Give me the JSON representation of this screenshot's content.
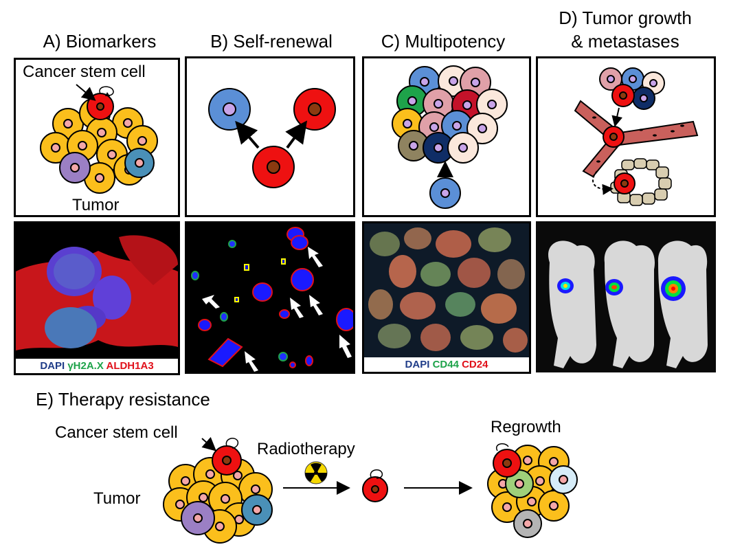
{
  "panels": {
    "a": {
      "title": "A) Biomarkers",
      "label_csc": "Cancer stem cell",
      "label_tumor": "Tumor",
      "legend": [
        "DAPI",
        "γH2A.X",
        "ALDH1A3"
      ]
    },
    "b": {
      "title": "B) Self-renewal"
    },
    "c": {
      "title": "C) Multipotency",
      "legend": [
        "DAPI",
        "CD44",
        "CD24"
      ]
    },
    "d": {
      "title_line1": "D) Tumor growth",
      "title_line2": "& metastases"
    },
    "e": {
      "title": "E) Therapy resistance",
      "label_csc": "Cancer stem cell",
      "label_tumor": "Tumor",
      "label_radio": "Radiotherapy",
      "label_regrowth": "Regrowth"
    }
  },
  "colors": {
    "tumor_cell": "#fbbf1c",
    "tumor_nucleus": "#f4a7a8",
    "csc": "#ee1111",
    "csc_nucleus": "#8b3a10",
    "blue_cell": "#5b8fd6",
    "purple_cell": "#9b7fc4",
    "teal_cell": "#4a90b8",
    "lilac_nucleus": "#c8a4e8",
    "dapi": "#1f3c88",
    "green": "#1ea34a",
    "red": "#e0101a",
    "vessel": "#c9605c",
    "niche": "#d8cdb0"
  }
}
